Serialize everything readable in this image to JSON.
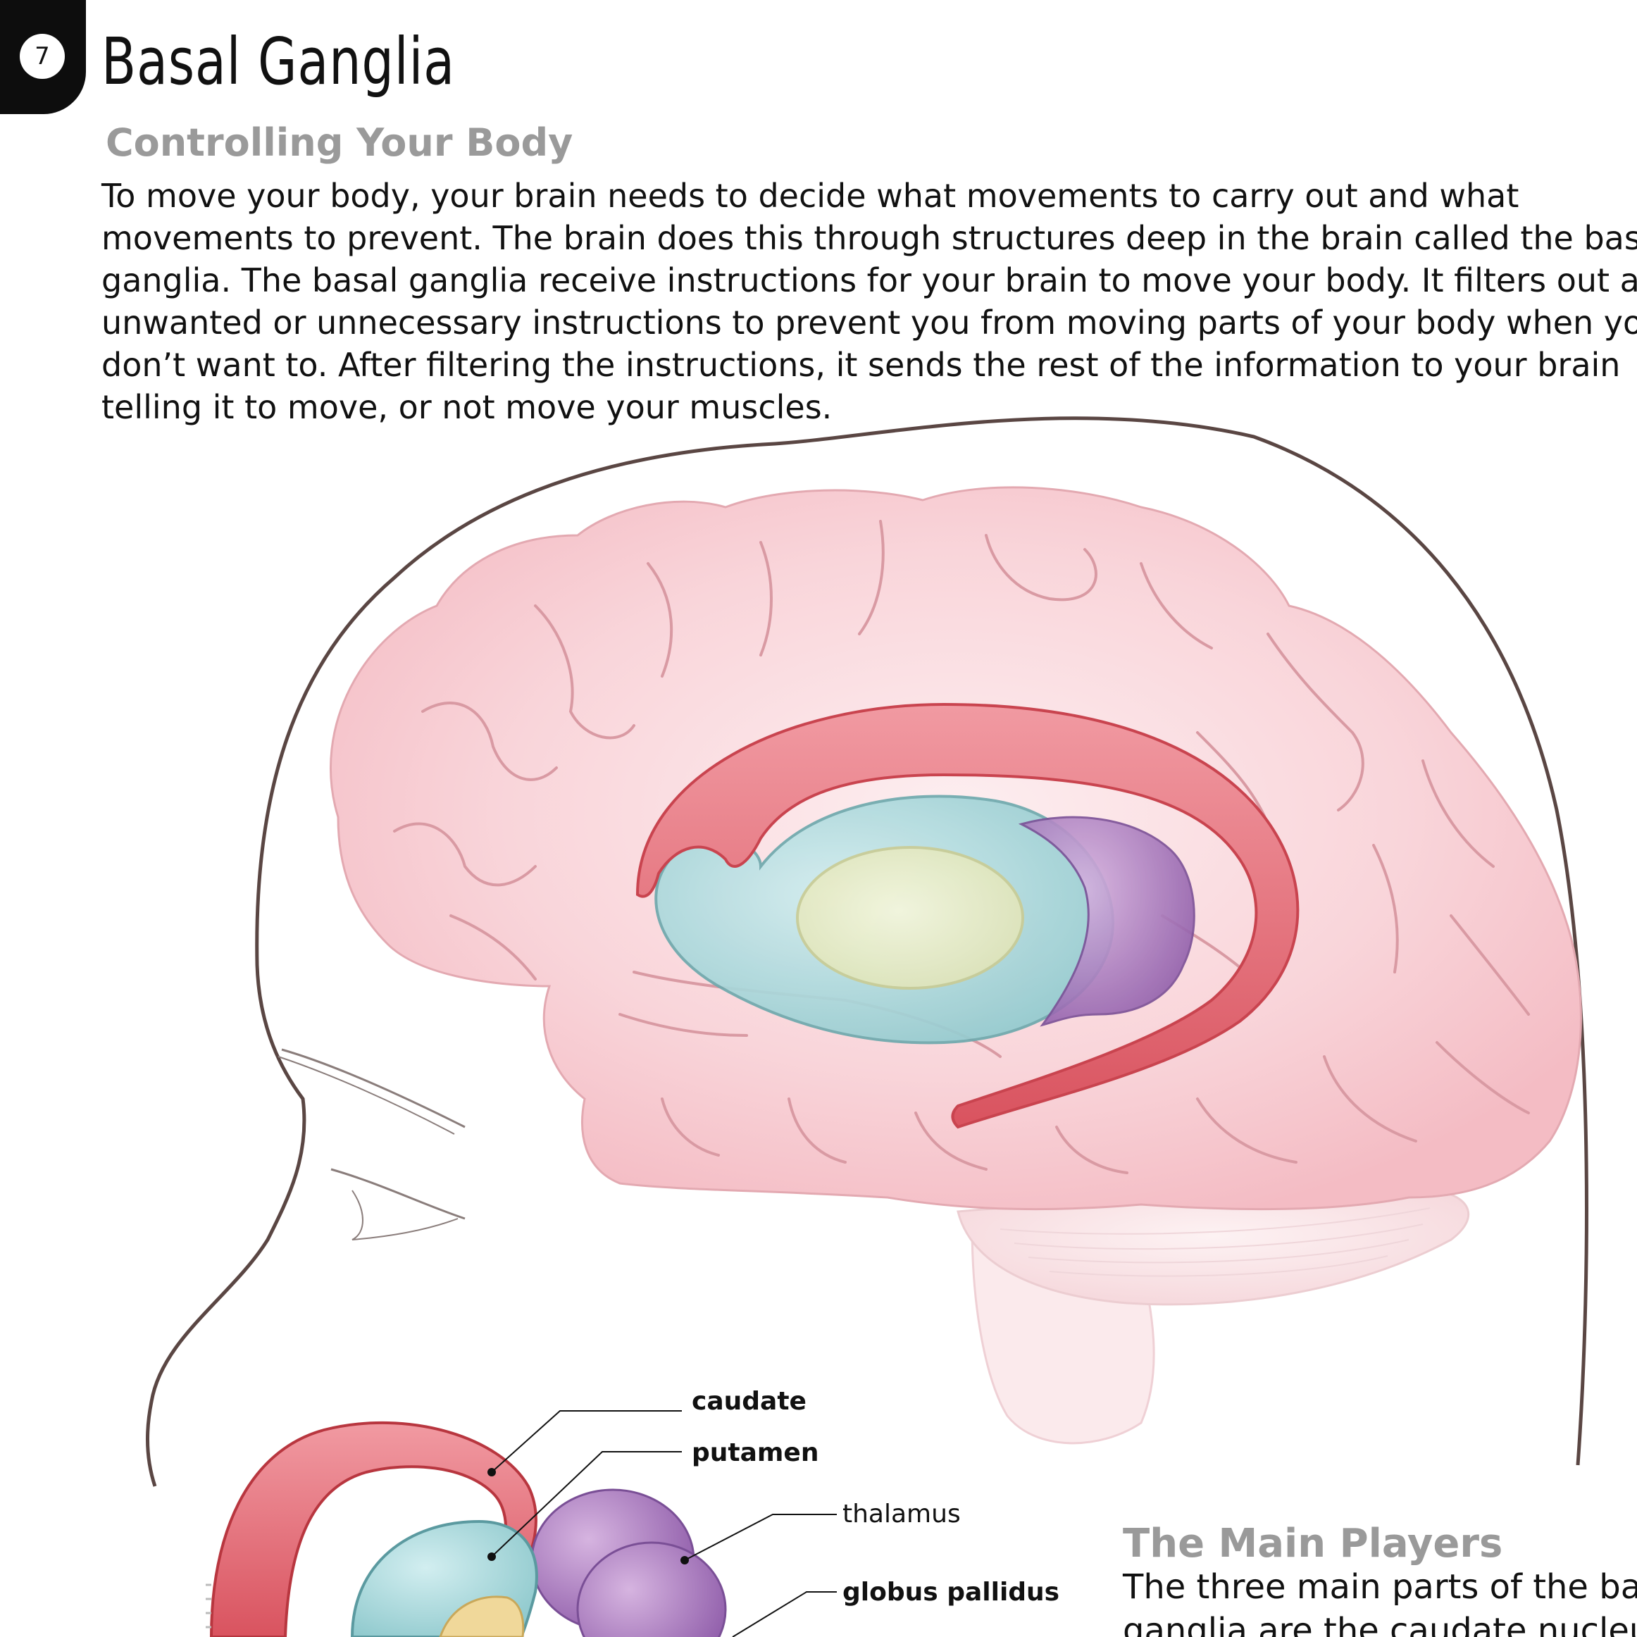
{
  "chapter": {
    "number": "7",
    "title": "Basal Ganglia"
  },
  "section": {
    "subtitle": "Controlling Your Body",
    "paragraph_lines": [
      "To move your body, your brain needs to decide what movements to carry out and what",
      "movements to prevent. The brain does this through structures deep in the brain called the basal",
      "ganglia. The basal ganglia receive instructions for your brain to move your body. It filters out any",
      "unwanted or unnecessary instructions to prevent you from moving parts of your body when you",
      "don’t want to. After filtering the instructions, it sends the rest of the information to your brain",
      "telling it to move, or not move your muscles."
    ]
  },
  "diagram": {
    "labels": {
      "caudate": "caudate",
      "putamen": "putamen",
      "thalamus": "thalamus",
      "globus_pallidus": "globus pallidus"
    }
  },
  "main_players": {
    "heading": "The Main Players",
    "text_lines": [
      "The three main parts of the basal",
      "ganglia are the caudate nucleus"
    ]
  },
  "colors": {
    "caudate": "#e8727c",
    "putamen": "#a9d9dc",
    "globus_pallidus": "#e9ecc8",
    "thalamus": "#9b6bb5",
    "brain": "#f7c9cf",
    "subtitle_gray": "#9a9a9a"
  }
}
